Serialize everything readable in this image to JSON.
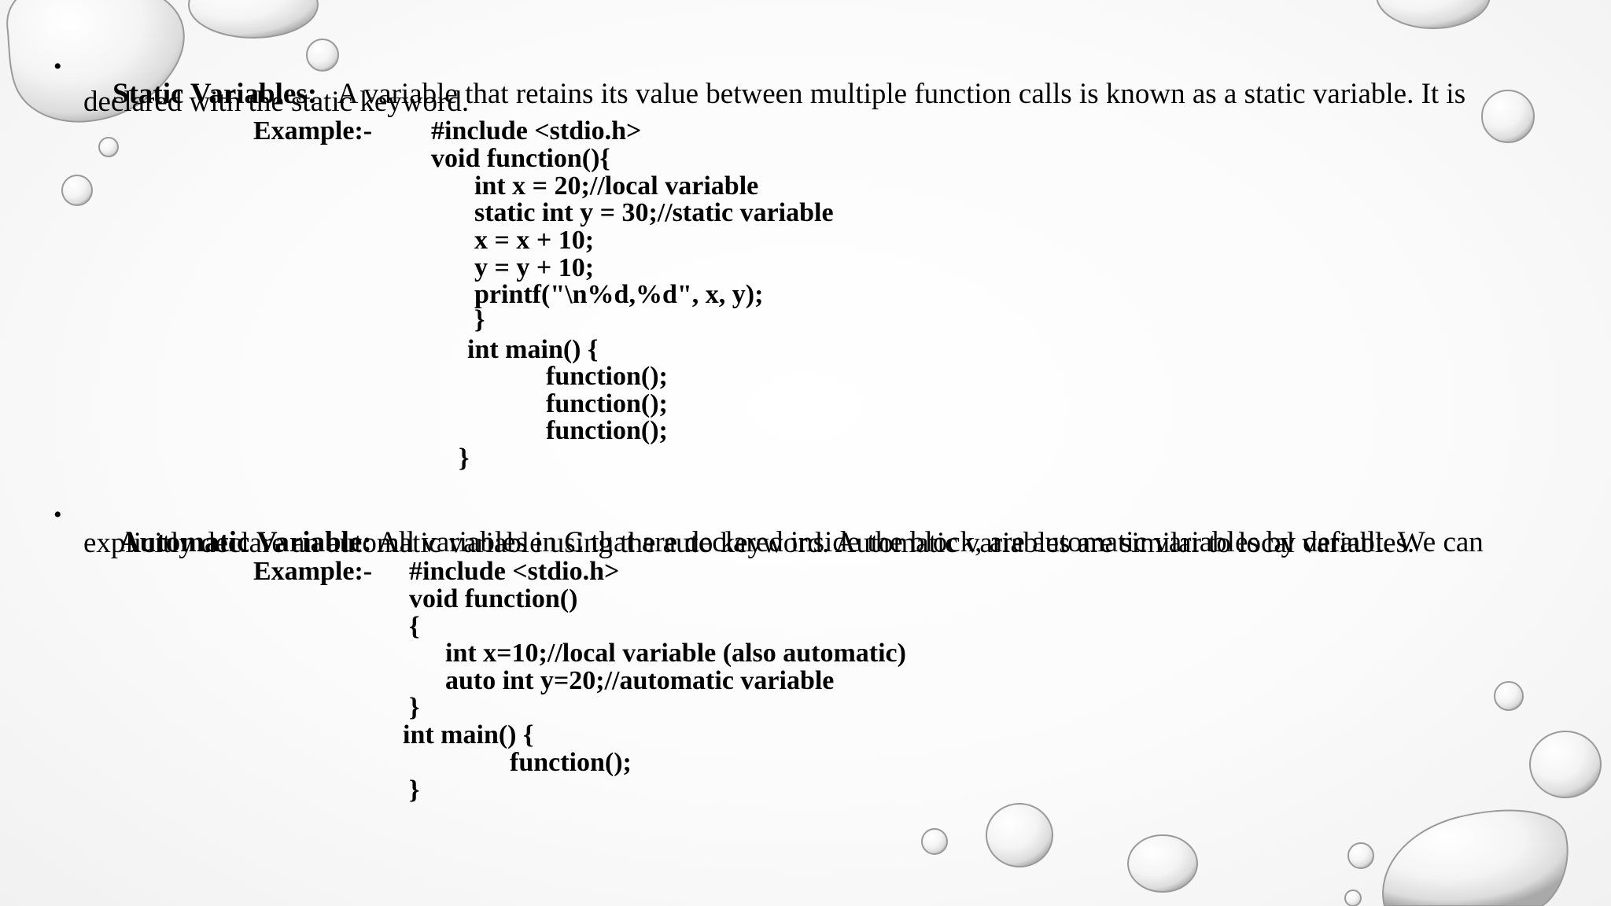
{
  "bullet_glyph": "•",
  "static_section": {
    "term": "Static Variables:",
    "description_line1": "A variable that retains its value between multiple function calls is known as a static variable. It is",
    "description_line2": "declared with the static keyword.",
    "example_label": "Example:-",
    "code": [
      "#include <stdio.h>",
      "void function(){",
      "int x = 20;//local variable",
      "static int y = 30;//static variable",
      "x = x + 10;",
      "y = y + 10;",
      "printf(\"\\n%d,%d\", x, y);",
      "}",
      "int main() {",
      "function();",
      "function();",
      "function();",
      "}"
    ]
  },
  "automatic_section": {
    "term": "Automatic Variable:",
    "description_line1": "All variables in C that are declared inside the block, are automatic variables by default. We can",
    "description_line2": "explicitly declare an automatic variable using the auto keyword. Automatic variables are similar to local variables.",
    "example_label": "Example:-",
    "code": [
      "#include <stdio.h>",
      "void function()",
      "{",
      "int x=10;//local variable (also automatic)",
      "auto int y=20;//automatic variable",
      "}",
      "int main() {",
      "function();",
      "}"
    ]
  }
}
